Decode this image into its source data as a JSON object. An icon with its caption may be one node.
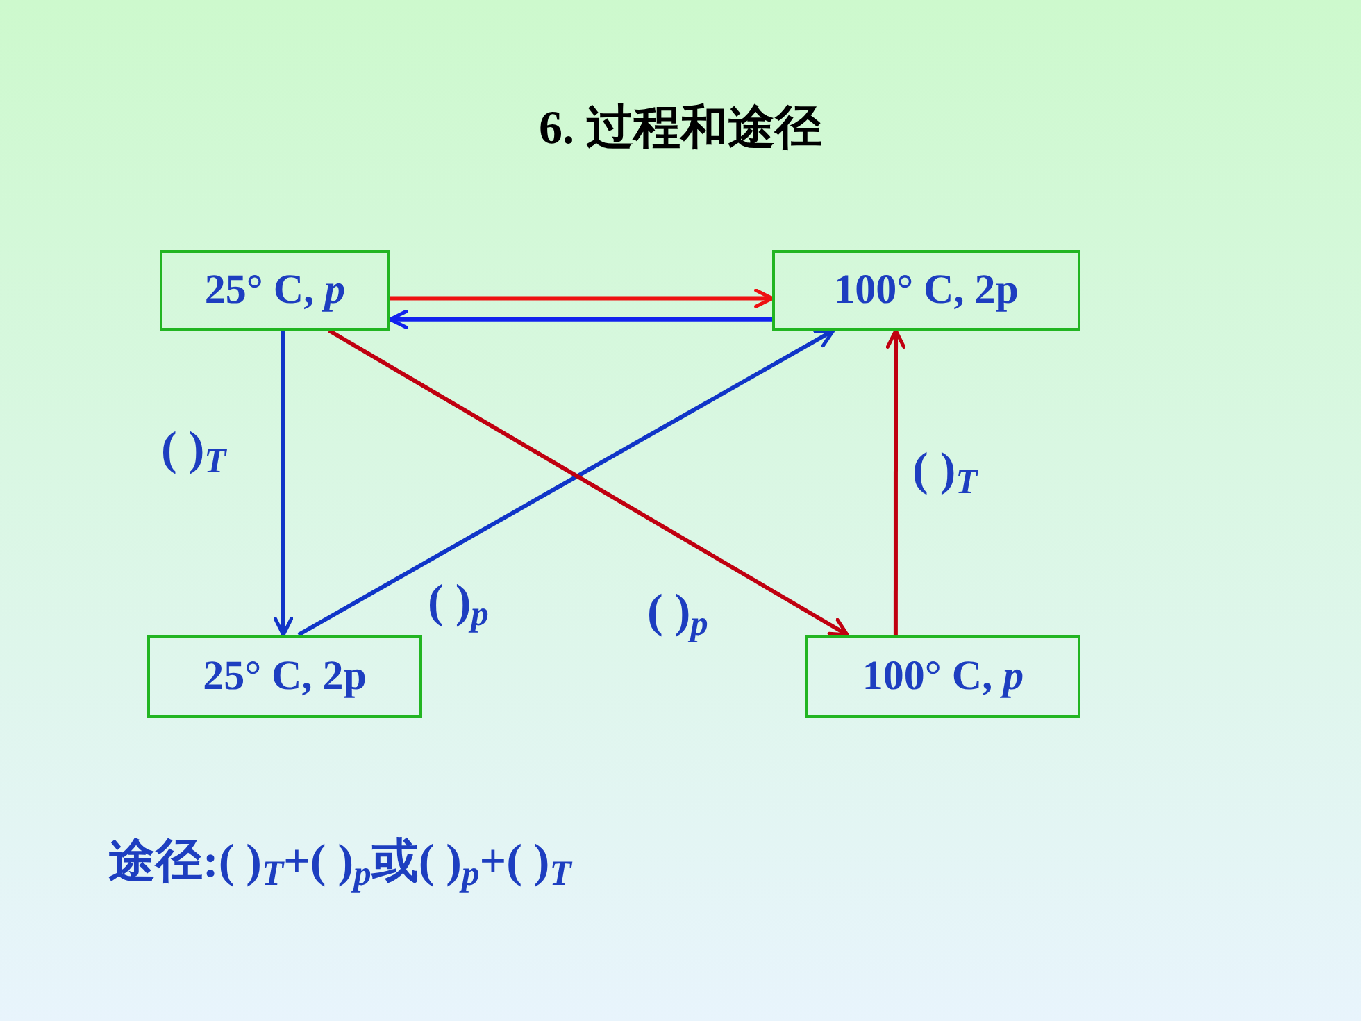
{
  "diagram": {
    "title": "6. 过程和途径",
    "nodes": [
      {
        "text": [
          "25° C, *p*"
        ]
      },
      {
        "text": [
          "100° C, 2p"
        ]
      },
      {
        "text": [
          "25° C, 2p"
        ]
      },
      {
        "text": [
          "100° C, *p*"
        ]
      }
    ],
    "edges": [
      {
        "from": 0,
        "to": 1,
        "arrow": "to",
        "color": "#ee1111"
      },
      {
        "from": 1,
        "to": 0,
        "arrow": "to",
        "color": "#1122ee"
      },
      {
        "from": 0,
        "to": 2,
        "arrow": "to",
        "label": "( )$_{T}$",
        "color": "#1035c8"
      },
      {
        "from": 2,
        "to": 1,
        "arrow": "to",
        "label": "( )$_{p}$",
        "color": "#1035c8"
      },
      {
        "from": 0,
        "to": 3,
        "arrow": "to",
        "label": "( )$_{p}$",
        "color": "#c00010"
      },
      {
        "from": 3,
        "to": 1,
        "arrow": "to",
        "label": "( )$_{T}$",
        "color": "#c00010"
      }
    ],
    "labels": [
      "途径:( )$_{T}$+( )$_{p}$或( )$_{p}$+( )$_{T}$"
    ]
  }
}
